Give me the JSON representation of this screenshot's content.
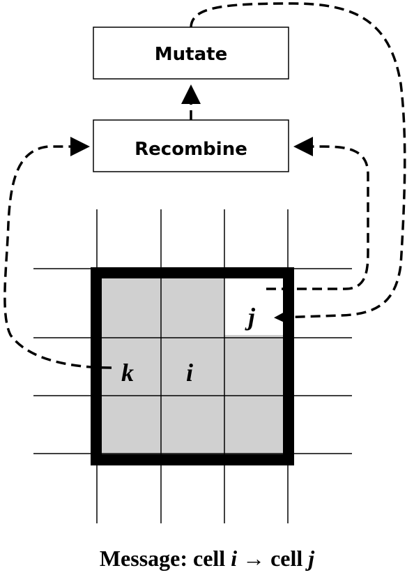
{
  "boxes": {
    "mutate": "Mutate",
    "recombine": "Recombine"
  },
  "cells": {
    "k": "k",
    "i": "i",
    "j": "j"
  },
  "caption": {
    "prefix": "Message:  cell ",
    "source": "i",
    "arrow": " → cell ",
    "target": "j"
  },
  "colors": {
    "neighborhood_fill": "#d0d0d0",
    "line": "#000000",
    "background": "#ffffff"
  }
}
